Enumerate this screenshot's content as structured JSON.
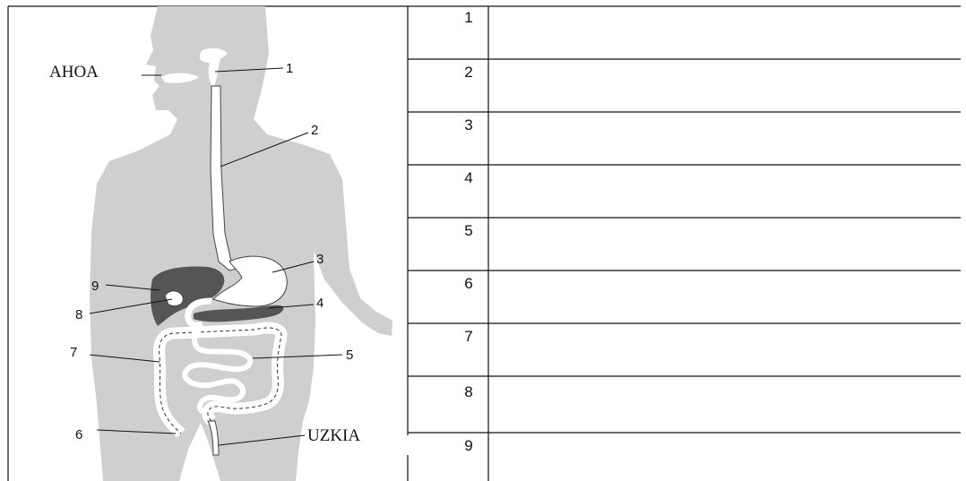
{
  "diagram": {
    "outer_labels": {
      "mouth": "AHOA",
      "anus": "UZKIA"
    },
    "pointer_numbers": [
      "1",
      "2",
      "3",
      "4",
      "5",
      "6",
      "7",
      "8",
      "9"
    ]
  },
  "answer_table": {
    "rows": [
      {
        "number": "1",
        "answer": ""
      },
      {
        "number": "2",
        "answer": ""
      },
      {
        "number": "3",
        "answer": ""
      },
      {
        "number": "4",
        "answer": ""
      },
      {
        "number": "5",
        "answer": ""
      },
      {
        "number": "6",
        "answer": ""
      },
      {
        "number": "7",
        "answer": ""
      },
      {
        "number": "8",
        "answer": ""
      },
      {
        "number": "9",
        "answer": ""
      }
    ]
  },
  "colors": {
    "body": "#cfcfcf",
    "organ_dark": "#555555",
    "organ_light": "#ffffff",
    "line": "#111111"
  }
}
